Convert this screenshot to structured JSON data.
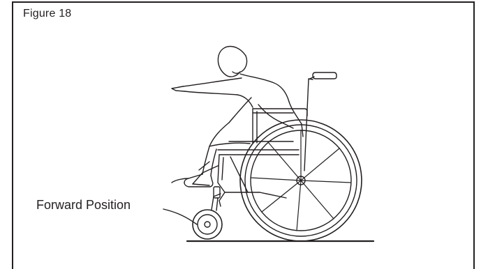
{
  "figure": {
    "title": "Figure 18",
    "callout_label": "Forward Position"
  },
  "colors": {
    "line": "#231f20",
    "background": "#ffffff"
  },
  "icons": [
    "wheelchair-illustration",
    "person-illustration",
    "caster-wheel",
    "pointer-line"
  ]
}
